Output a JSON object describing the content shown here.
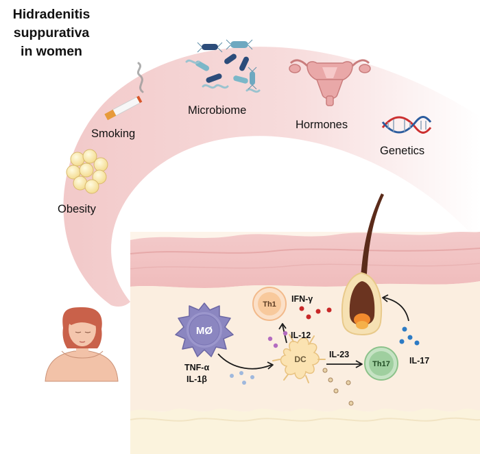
{
  "title_lines": [
    "Hidradenitis",
    "suppurativa",
    "in women"
  ],
  "risk_factors": {
    "smoking": "Smoking",
    "microbiome": "Microbiome",
    "hormones": "Hormones",
    "genetics": "Genetics",
    "obesity": "Obesity"
  },
  "cells": {
    "macrophage": "MØ",
    "dendritic": "DC",
    "th1": "Th1",
    "th17": "Th17"
  },
  "cytokines": {
    "tnf": "TNF-α",
    "il1b": "IL-1β",
    "il12": "IL-12",
    "ifn": "IFN-γ",
    "il23": "IL-23",
    "il17": "IL-17"
  },
  "colors": {
    "arc": "#f4d2d2",
    "epidermis": "#efbcbc",
    "dermis": "#fbecdc",
    "macrophage": "#8b86c0",
    "dendritic": "#fbe3b2",
    "th1": "#f8c99c",
    "th17": "#9fcf9f",
    "hair": "#5b2b1a"
  }
}
